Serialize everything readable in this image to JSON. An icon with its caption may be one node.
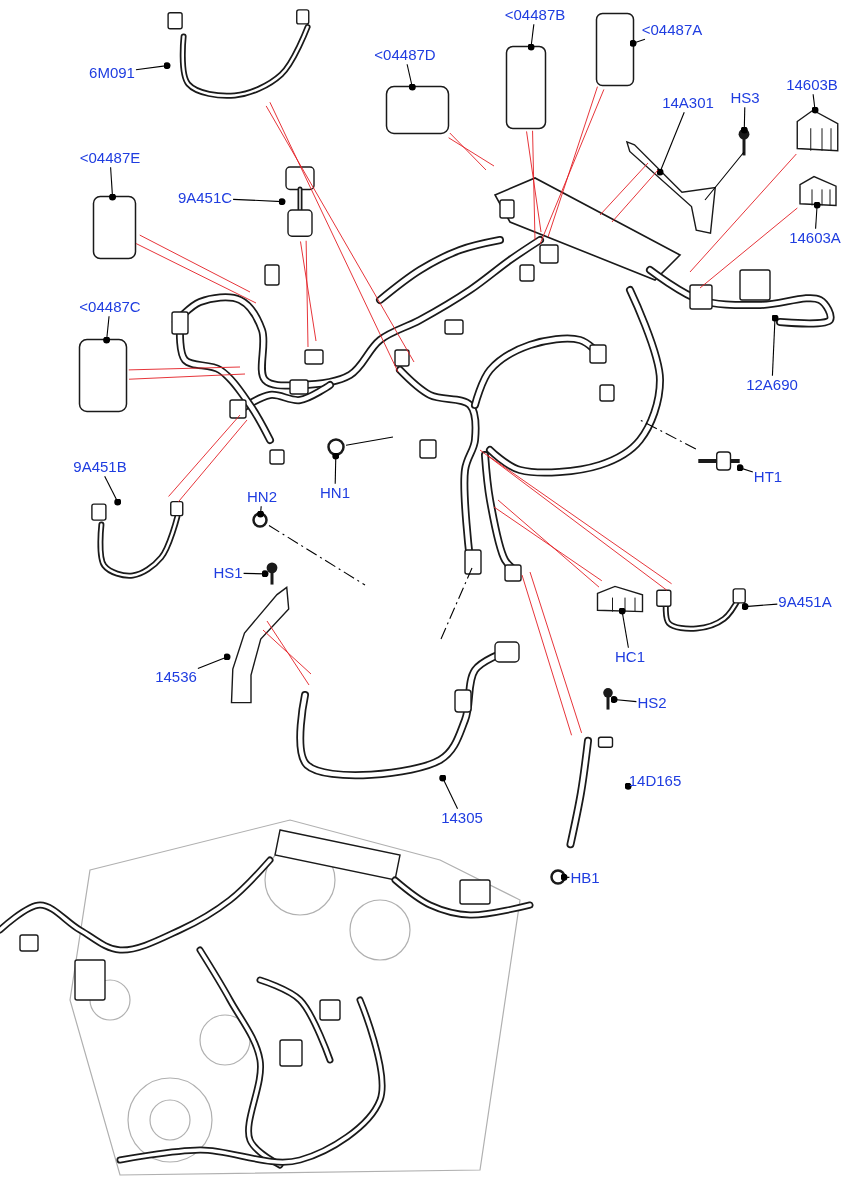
{
  "diagram": {
    "nodes": [
      {
        "text": [
          "6M091"
        ]
      },
      {
        "text": [],
        "shape": "picture"
      },
      {
        "text": [
          "<04487D"
        ]
      },
      {
        "text": [],
        "shape": "box"
      },
      {
        "text": [
          "<04487B"
        ]
      },
      {
        "text": [],
        "shape": "box"
      },
      {
        "text": [
          "<04487A"
        ]
      },
      {
        "text": [],
        "shape": "box"
      },
      {
        "text": [
          "14A301"
        ]
      },
      {
        "text": [],
        "shape": "picture"
      },
      {
        "text": [
          "HS3"
        ]
      },
      {
        "text": [],
        "shape": "picture"
      },
      {
        "text": [
          "14603B"
        ]
      },
      {
        "text": [],
        "shape": "picture"
      },
      {
        "text": [
          "<04487E"
        ]
      },
      {
        "text": [],
        "shape": "box"
      },
      {
        "text": [
          "9A451C"
        ]
      },
      {
        "text": [],
        "shape": "picture"
      },
      {
        "text": [
          "14603A"
        ]
      },
      {
        "text": [],
        "shape": "picture"
      },
      {
        "text": [
          "<04487C"
        ]
      },
      {
        "text": [],
        "shape": "box"
      },
      {
        "text": [
          "12A690"
        ]
      },
      {
        "text": [
          "HN1"
        ]
      },
      {
        "text": [],
        "shape": "circle"
      },
      {
        "text": [
          "9A451B"
        ]
      },
      {
        "text": [],
        "shape": "picture"
      },
      {
        "text": [
          "HN2"
        ]
      },
      {
        "text": [],
        "shape": "circle"
      },
      {
        "text": [
          "HT1"
        ]
      },
      {
        "text": [],
        "shape": "picture"
      },
      {
        "text": [
          "HS1"
        ]
      },
      {
        "text": [],
        "shape": "picture"
      },
      {
        "text": [
          "9A451A"
        ]
      },
      {
        "text": [],
        "shape": "picture"
      },
      {
        "text": [
          "HC1"
        ]
      },
      {
        "text": [],
        "shape": "picture"
      },
      {
        "text": [
          "14536"
        ]
      },
      {
        "text": [],
        "shape": "picture"
      },
      {
        "text": [
          "HS2"
        ]
      },
      {
        "text": [],
        "shape": "picture"
      },
      {
        "text": [
          "14D165"
        ]
      },
      {
        "text": [],
        "shape": "picture"
      },
      {
        "text": [
          "14305"
        ]
      },
      {
        "text": [],
        "shape": "picture"
      },
      {
        "text": [
          "HB1"
        ]
      },
      {
        "text": [],
        "shape": "circle"
      }
    ],
    "edges": [
      {
        "from": 0,
        "to": 1,
        "arrow": "other"
      },
      {
        "from": 2,
        "to": 3,
        "arrow": "other"
      },
      {
        "from": 4,
        "to": 5,
        "arrow": "other"
      },
      {
        "from": 6,
        "to": 7,
        "arrow": "other"
      },
      {
        "from": 8,
        "to": 9,
        "arrow": "other"
      },
      {
        "from": 10,
        "to": 11,
        "arrow": "other"
      },
      {
        "from": 12,
        "to": 13,
        "arrow": "other"
      },
      {
        "from": 14,
        "to": 15,
        "arrow": "other"
      },
      {
        "from": 16,
        "to": 17,
        "arrow": "other"
      },
      {
        "from": 18,
        "to": 19,
        "arrow": "other"
      },
      {
        "from": 20,
        "to": 21,
        "arrow": "other"
      },
      {
        "from": 22,
        "to": null,
        "arrow": "other"
      },
      {
        "from": 23,
        "to": 24,
        "arrow": "other"
      },
      {
        "from": 25,
        "to": 26,
        "arrow": "other"
      },
      {
        "from": 27,
        "to": 28,
        "arrow": "other"
      },
      {
        "from": 29,
        "to": 30,
        "arrow": "other"
      },
      {
        "from": 31,
        "to": 32,
        "arrow": "other"
      },
      {
        "from": 33,
        "to": 34,
        "arrow": "other"
      },
      {
        "from": 35,
        "to": 36,
        "arrow": "other"
      },
      {
        "from": 37,
        "to": 38,
        "arrow": "other"
      },
      {
        "from": 39,
        "to": 40,
        "arrow": "other"
      },
      {
        "from": 41,
        "to": 42,
        "arrow": "other"
      },
      {
        "from": 43,
        "to": 44,
        "arrow": "other"
      },
      {
        "from": 45,
        "to": 46,
        "arrow": "other"
      },
      {
        "from": 1,
        "to": null,
        "arrow": "none",
        "color": "#e31e24"
      },
      {
        "from": 3,
        "to": null,
        "arrow": "none",
        "color": "#e31e24"
      },
      {
        "from": 5,
        "to": null,
        "arrow": "none",
        "color": "#e31e24"
      },
      {
        "from": 7,
        "to": null,
        "arrow": "none",
        "color": "#e31e24"
      },
      {
        "from": 9,
        "to": null,
        "arrow": "none",
        "color": "#e31e24"
      },
      {
        "from": 13,
        "to": null,
        "arrow": "none",
        "color": "#e31e24"
      },
      {
        "from": 19,
        "to": null,
        "arrow": "none",
        "color": "#e31e24"
      },
      {
        "from": 15,
        "to": null,
        "arrow": "none",
        "color": "#e31e24"
      },
      {
        "from": 17,
        "to": null,
        "arrow": "none",
        "color": "#e31e24"
      },
      {
        "from": 21,
        "to": null,
        "arrow": "none",
        "color": "#e31e24"
      },
      {
        "from": 26,
        "to": null,
        "arrow": "none",
        "color": "#e31e24"
      },
      {
        "from": 34,
        "to": null,
        "arrow": "none",
        "color": "#e31e24"
      },
      {
        "from": 36,
        "to": null,
        "arrow": "none",
        "color": "#e31e24"
      },
      {
        "from": 38,
        "to": 44,
        "arrow": "none",
        "color": "#e31e24"
      },
      {
        "from": 42,
        "to": null,
        "arrow": "none",
        "color": "#e31e24"
      },
      {
        "from": 28,
        "to": null,
        "arrow": "none",
        "style": "dashed"
      },
      {
        "from": 30,
        "to": null,
        "arrow": "none",
        "style": "dashed"
      },
      {
        "from": 44,
        "to": null,
        "arrow": "none",
        "style": "dashed"
      },
      {
        "from": 24,
        "to": null,
        "arrow": "none"
      },
      {
        "from": 11,
        "to": 9,
        "arrow": "none"
      }
    ]
  }
}
